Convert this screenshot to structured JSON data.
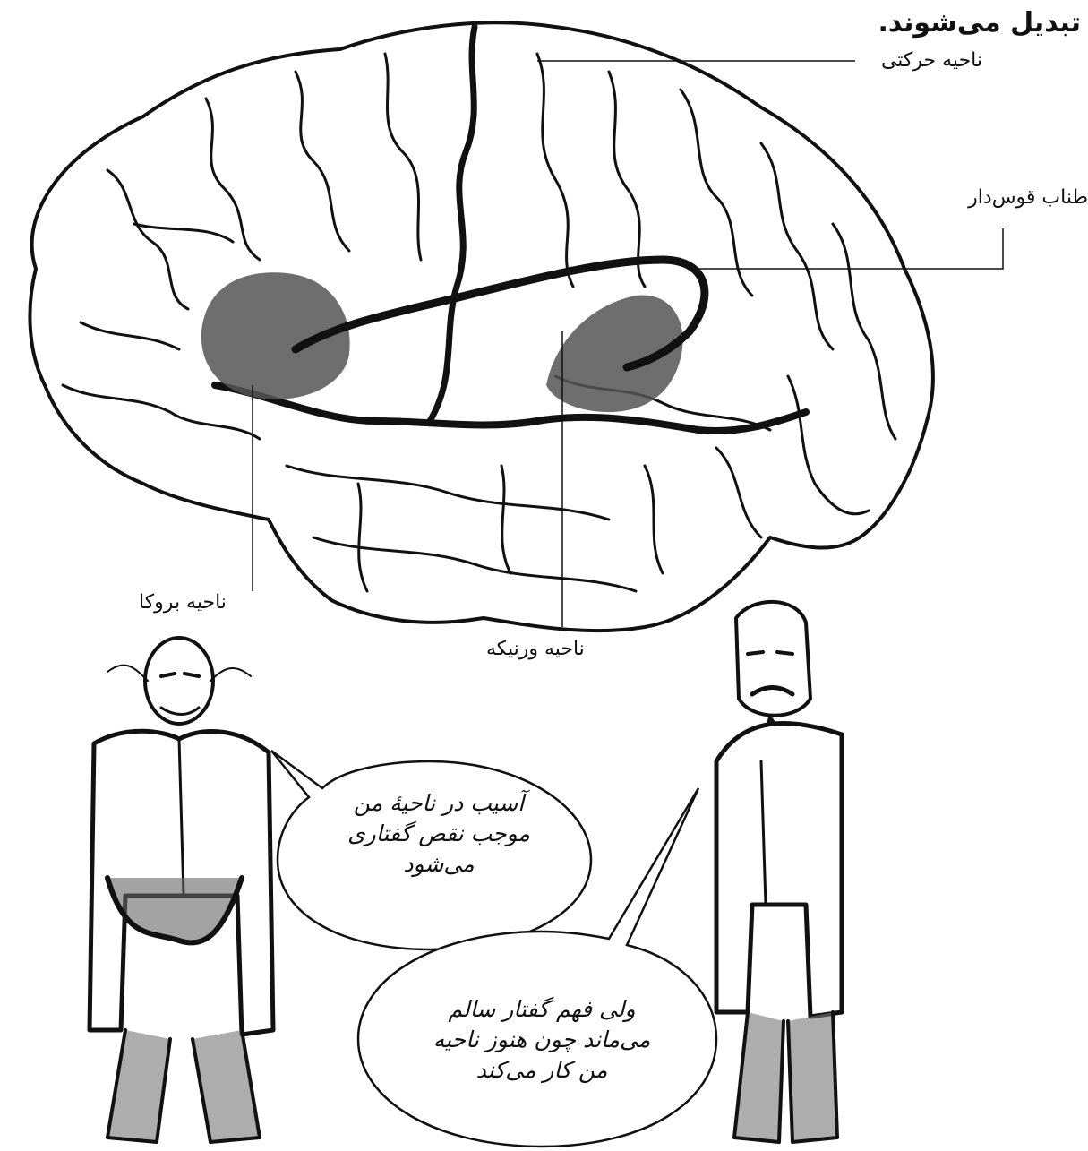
{
  "header_text": "تبدیل می‌شوند.",
  "labels": {
    "motor_area": "ناحیه حرکتی",
    "arcuate_fasciculus": "طناب قوس‌دار",
    "broca_area": "ناحیه بروکا",
    "wernicke_area": "ناحیه ورنیکه"
  },
  "speech_broca": {
    "line1": "آسیب در ناحیهٔ من",
    "line2": "موجب نقص گفتاری",
    "line3": "می‌شود"
  },
  "speech_wernicke": {
    "line1": "ولی فهم گفتار سالم",
    "line2": "می‌ماند چون هنوز ناحیه",
    "line3": "من کار می‌کند"
  },
  "icons": [
    "brain-icon",
    "broca-character-icon",
    "wernicke-character-icon"
  ],
  "colors": {
    "ink": "#111111",
    "paper": "#ffffff",
    "shade": "#555555"
  }
}
